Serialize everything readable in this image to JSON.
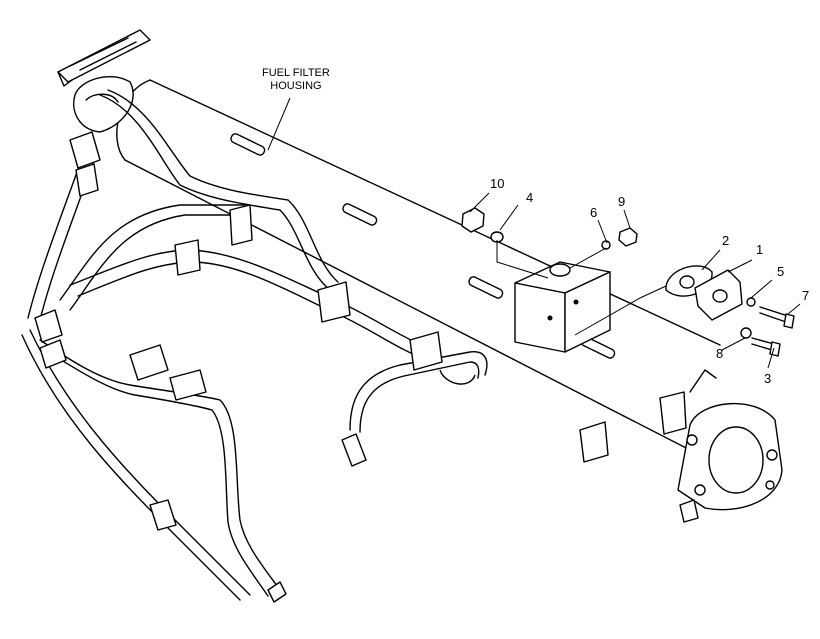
{
  "diagram": {
    "callout_title": [
      "FUEL FILTER",
      "HOUSING"
    ],
    "part_labels": [
      "1",
      "2",
      "3",
      "4",
      "5",
      "6",
      "7",
      "8",
      "9",
      "10"
    ]
  }
}
